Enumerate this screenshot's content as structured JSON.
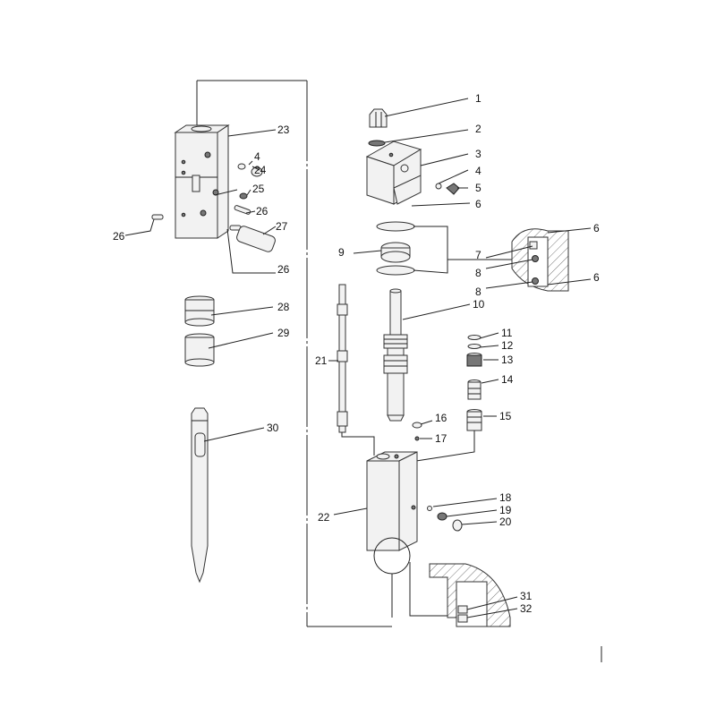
{
  "diagram": {
    "labels": [
      "1",
      "2",
      "3",
      "4",
      "5",
      "6",
      "6",
      "7",
      "8",
      "8",
      "6",
      "9",
      "10",
      "11",
      "12",
      "13",
      "14",
      "15",
      "16",
      "17",
      "18",
      "19",
      "20",
      "21",
      "22",
      "23",
      "4",
      "24",
      "25",
      "26",
      "26",
      "27",
      "26",
      "28",
      "29",
      "30",
      "31",
      "32"
    ]
  }
}
